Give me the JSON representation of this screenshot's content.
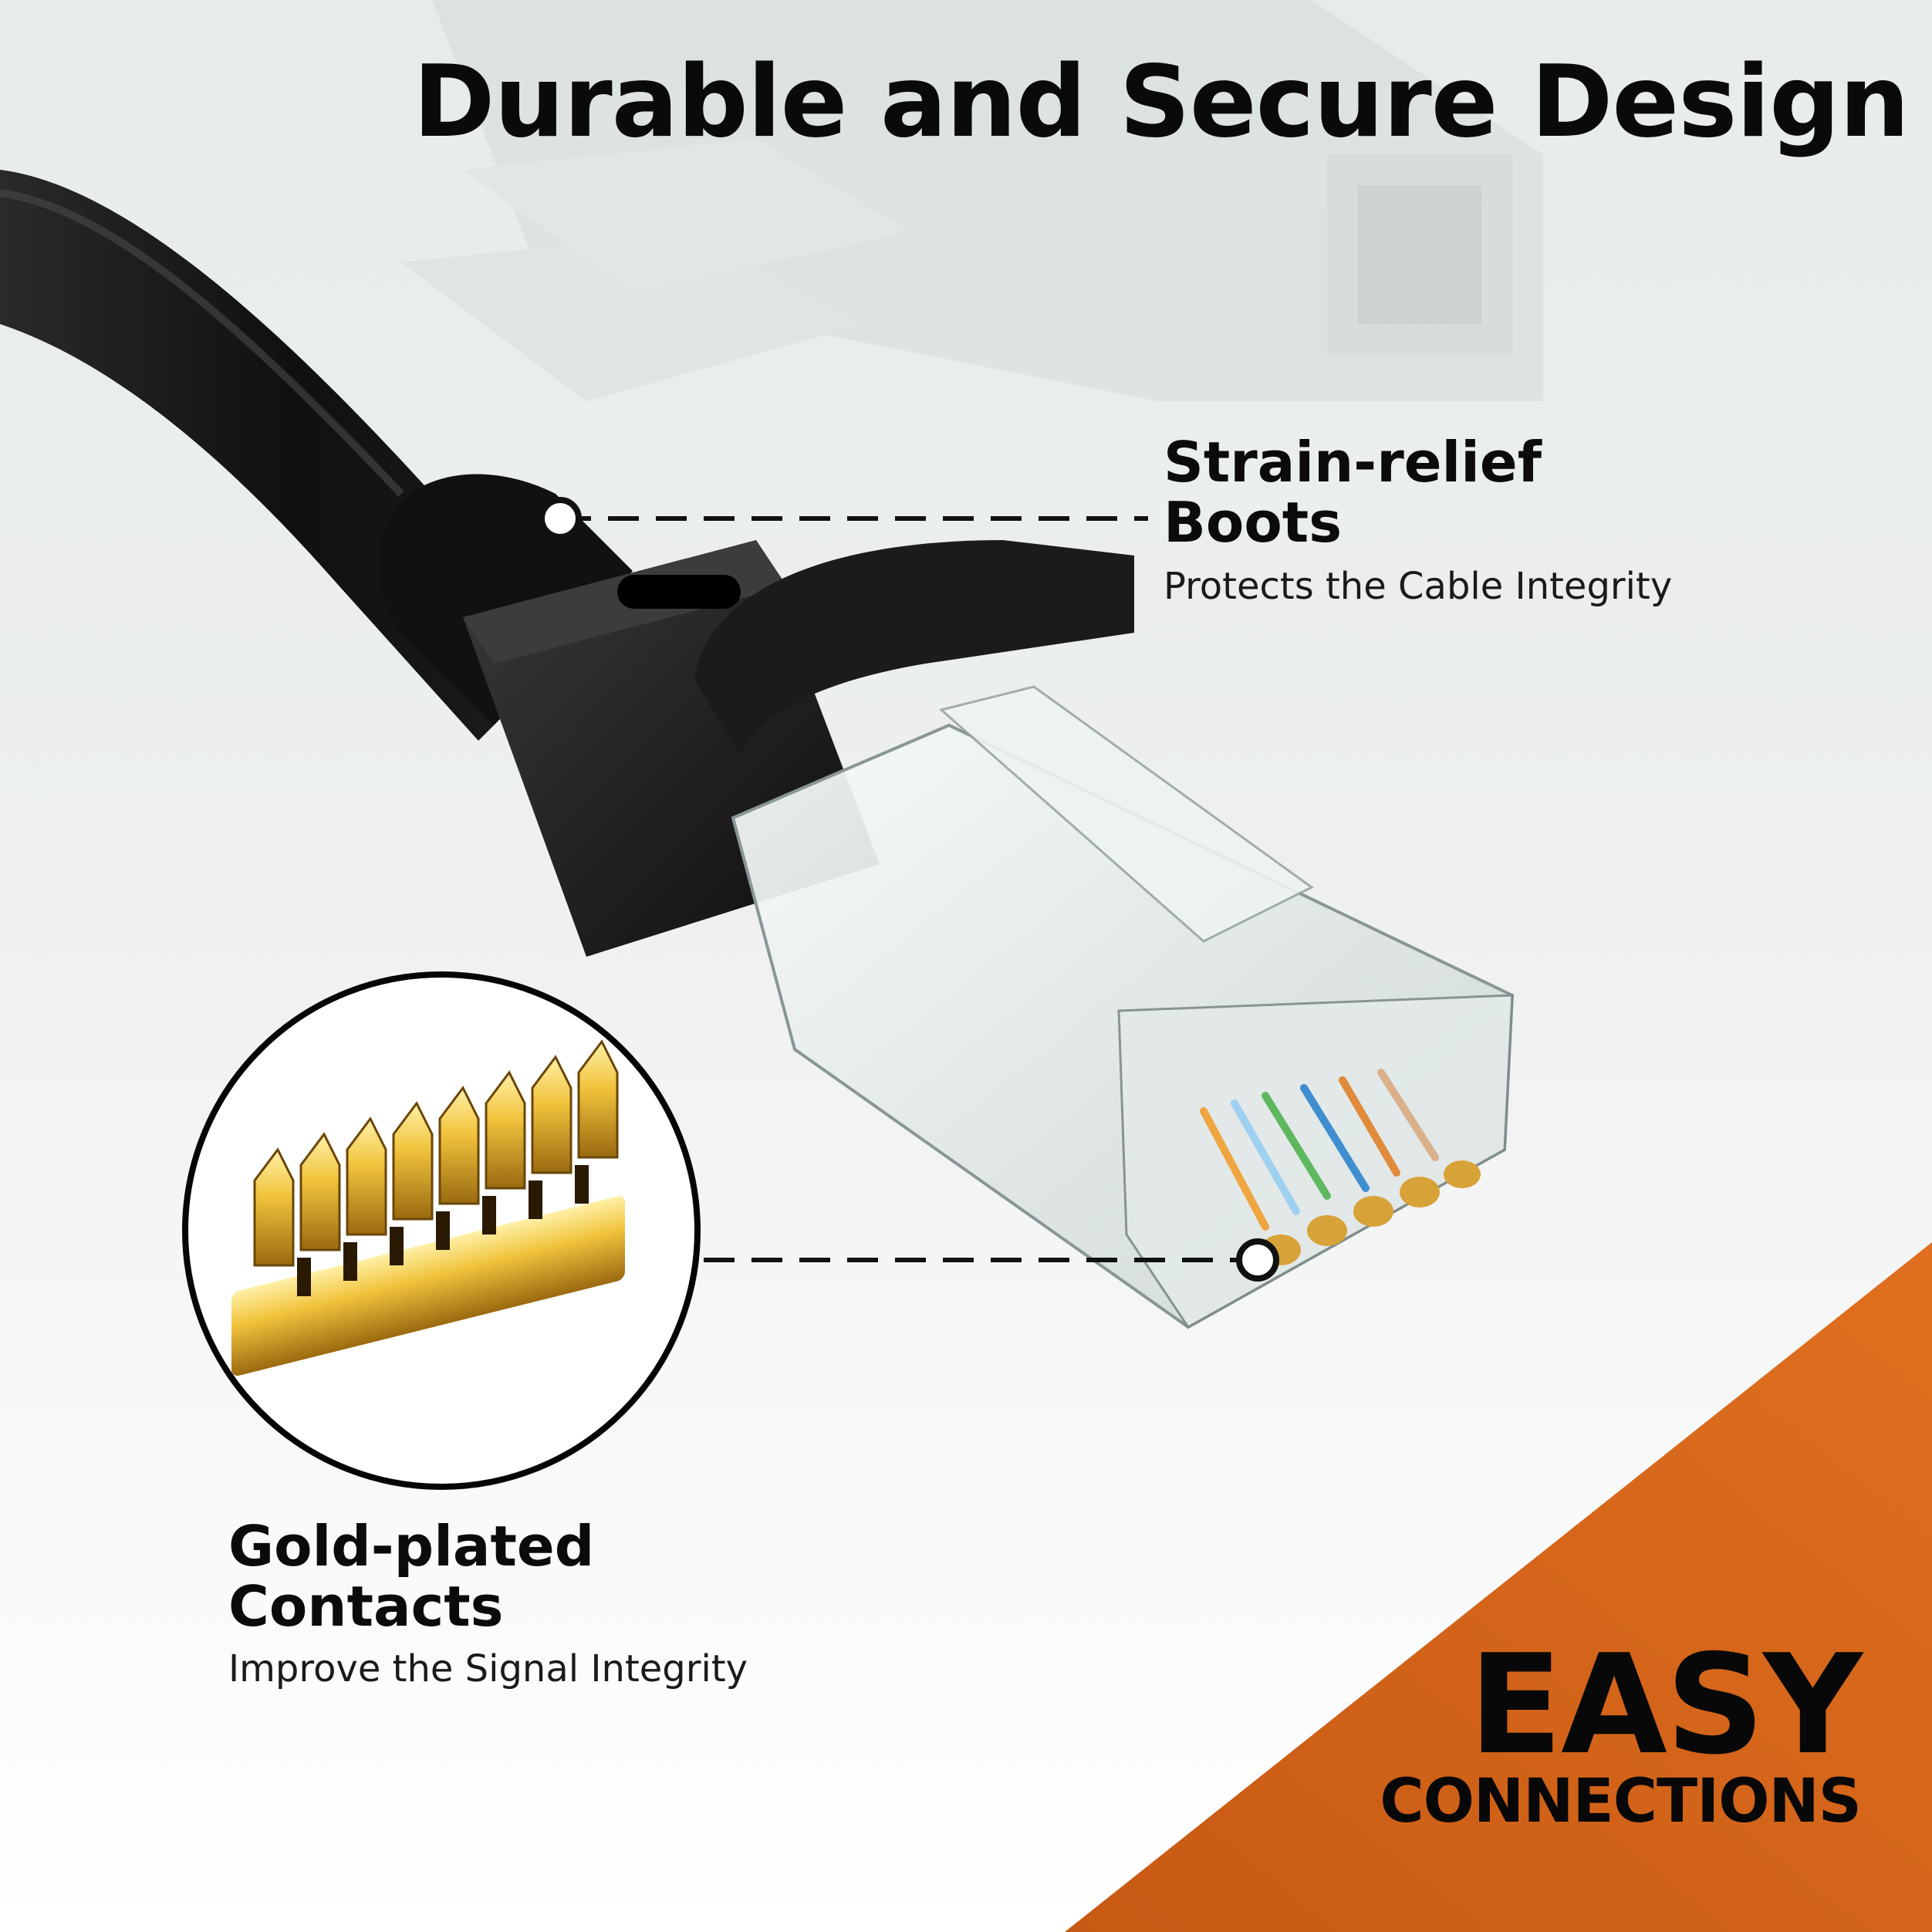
{
  "headline": "Durable and Secure Design",
  "features": [
    {
      "title_line1": "Strain-relief",
      "title_line2": "Boots",
      "subtitle": "Protects the Cable Integrity"
    },
    {
      "title_line1": "Gold-plated",
      "title_line2": "Contacts",
      "subtitle": "Improve the Signal Integrity"
    }
  ],
  "badge": {
    "line1": "EASY",
    "line2": "CONNECTIONS",
    "color": "#d9661c"
  },
  "colors": {
    "cable": "#161616",
    "gold": "#e6b53a",
    "accent_orange": "#d9661c"
  },
  "icons": [
    "rj45-connector-illustration",
    "gold-contacts-zoom-illustration",
    "callout-dot-icon"
  ]
}
